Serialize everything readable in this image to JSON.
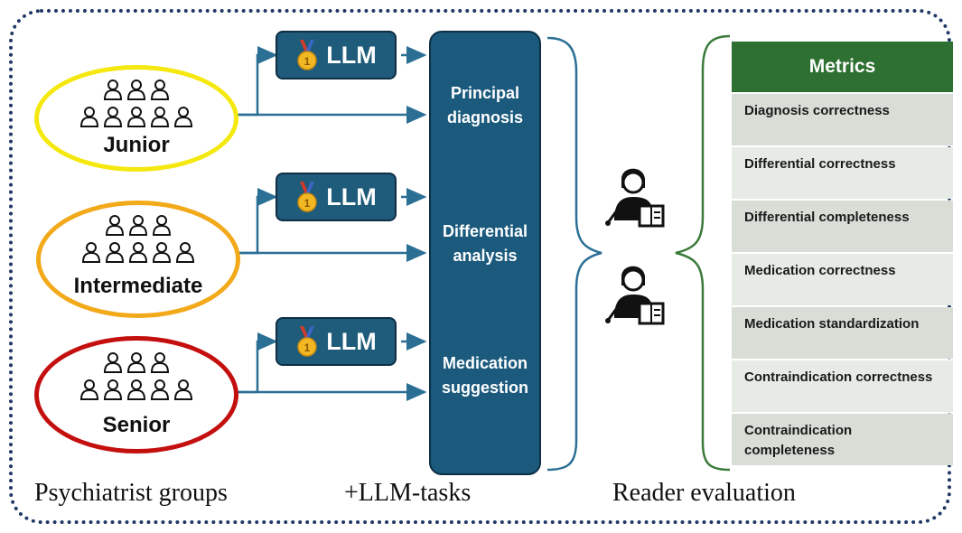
{
  "groups": [
    {
      "label": "Junior",
      "color": "#f4e80e"
    },
    {
      "label": "Intermediate",
      "color": "#f2a91a"
    },
    {
      "label": "Senior",
      "color": "#c40f0f"
    }
  ],
  "llm_label": "LLM",
  "tasks": [
    {
      "line1": "Principal",
      "line2": "diagnosis"
    },
    {
      "line1": "Differential",
      "line2": "analysis"
    },
    {
      "line1": "Medication",
      "line2": "suggestion"
    }
  ],
  "metrics": {
    "header": "Metrics",
    "items": [
      "Diagnosis correctness",
      "Differential correctness",
      "Differential completeness",
      "Medication correctness",
      "Medication standardization",
      "Contraindication correctness",
      "Contraindication completeness"
    ]
  },
  "captions": {
    "groups": "Psychiatrist groups",
    "tasks": "+LLM-tasks",
    "evaluation": "Reader evaluation"
  },
  "colors": {
    "frame": "#1f3864",
    "task_box": "#1b5a7d",
    "llm_box": "#1f5b7a",
    "arrow": "#2b6f95",
    "metrics_header": "#2e7032",
    "metric_row": "#d8ddd6",
    "bracket_green": "#3a7a3a"
  },
  "icons": {
    "doctor": "doctor-icon",
    "medal": "medal-icon",
    "reader": "reader-with-book-icon"
  }
}
